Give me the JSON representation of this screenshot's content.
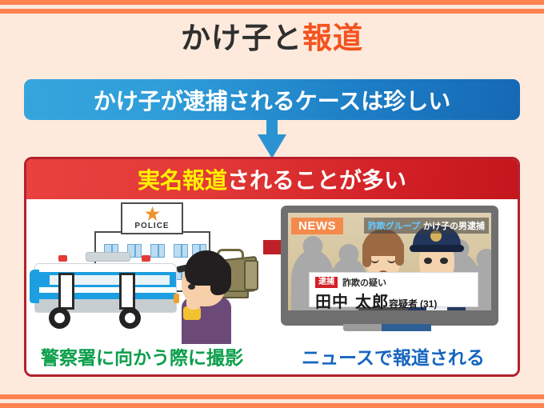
{
  "decor": {
    "rule_color": "#fc8350",
    "background_color": "#fdeadd"
  },
  "title": {
    "plain": "かけ子と",
    "highlight": "報道",
    "highlight_color": "#f4531f",
    "plain_color": "#2f2f2f"
  },
  "banner_blue": {
    "text": "かけ子が逮捕されるケースは珍しい",
    "text_color": "#ffffff",
    "gradient_from": "#36a5dd",
    "gradient_to": "#1668b4"
  },
  "connector": {
    "icon": "arrow-down-icon",
    "color": "#2b93d2"
  },
  "banner_red": {
    "highlight": "実名報道",
    "plain": "されることが多い",
    "highlight_color": "#fff200",
    "plain_color": "#ffffff",
    "gradient_from": "#e8413e",
    "gradient_to": "#c4161c",
    "border_color": "#b5202c"
  },
  "scene_left": {
    "building": {
      "sign": "POLICE",
      "badge_icon": "star-icon",
      "badge_color": "#f0922b"
    },
    "vehicle": {
      "name": "police-bus",
      "body_color": "#1b9fe0",
      "lamp_color": "#e23b35"
    },
    "person": {
      "name": "cameraman",
      "shirt_color": "#6b4a78",
      "camera_color": "#8c8359"
    }
  },
  "middle_arrow": {
    "icon": "arrow-right-icon",
    "color": "#bf2026"
  },
  "scene_right": {
    "tv": {
      "bezel_color": "#6f6f6f",
      "news_badge": "NEWS",
      "news_badge_color": "#f58a4b",
      "headline_highlight": "詐欺グループ",
      "headline_plain": "かけ子の男逮捕",
      "headline_highlight_color": "#63c9ff",
      "lower_third": {
        "badge": "逮捕",
        "badge_color": "#d32027",
        "subtitle": "詐欺の疑い",
        "name": "田中 太郎",
        "suffix": "容疑者",
        "age": "(31)"
      }
    }
  },
  "captions": {
    "left": "警察署に向かう際に撮影",
    "left_color": "#0a9e4a",
    "right": "ニュースで報道される",
    "right_color": "#1565c0"
  }
}
